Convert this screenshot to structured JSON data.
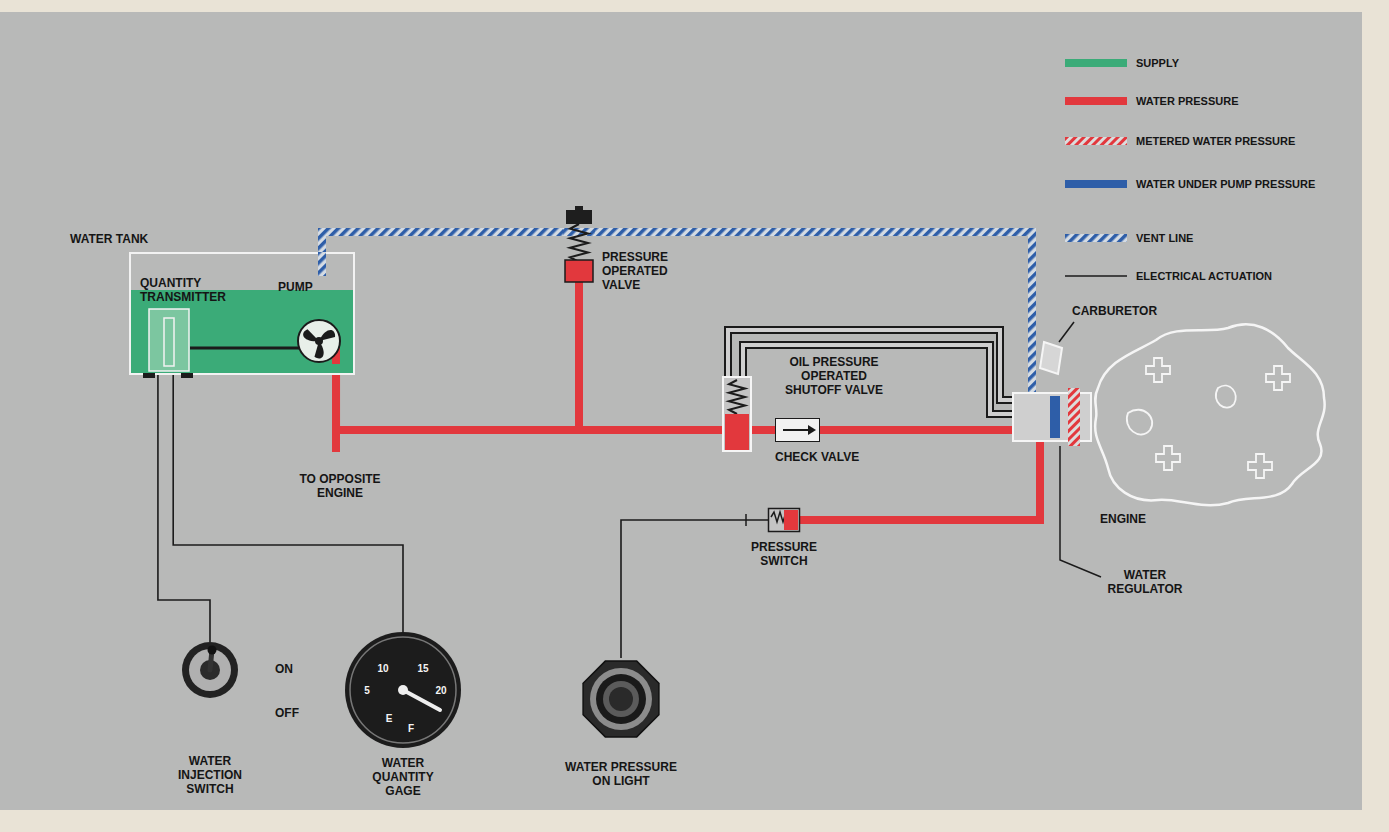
{
  "diagram": {
    "nodes": [
      {
        "text": [
          "WATER TANK"
        ]
      },
      {
        "text": [
          "QUANTITY TRANSMITTER"
        ],
        "in": 0
      },
      {
        "text": [
          "PUMP"
        ],
        "in": 0
      },
      {
        "text": [
          "PRESSURE OPERATED VALVE"
        ]
      },
      {
        "text": [
          "CARBURETOR"
        ]
      },
      {
        "text": [
          "OIL PRESSURE OPERATED SHUTOFF VALVE"
        ]
      },
      {
        "text": [
          "CHECK VALVE"
        ]
      },
      {
        "text": [
          "ENGINE"
        ]
      },
      {
        "text": [
          "WATER REGULATOR"
        ]
      },
      {
        "text": [
          "PRESSURE SWITCH"
        ]
      },
      {
        "text": [
          "ON",
          "OFF",
          "WATER INJECTION SWITCH"
        ]
      },
      {
        "text": [
          "10",
          "15",
          "5",
          "20",
          "E",
          "F",
          "WATER QUANTITY GAGE"
        ]
      },
      {
        "text": [
          "WATER PRESSURE ON LIGHT"
        ]
      }
    ],
    "edges": [
      {
        "from": 2,
        "to": 3,
        "arrow": "none"
      },
      {
        "from": 2,
        "to": 5,
        "arrow": "none"
      },
      {
        "from": 5,
        "to": 6,
        "arrow": "none"
      },
      {
        "from": 6,
        "to": 8,
        "arrow": "none"
      },
      {
        "from": 8,
        "to": 9,
        "arrow": "none"
      },
      {
        "from": 5,
        "to": 8,
        "arrow": "none"
      },
      {
        "from": 5,
        "to": 8,
        "arrow": "none"
      },
      {
        "from": 0,
        "to": 3,
        "arrow": "none"
      },
      {
        "from": 3,
        "to": 8,
        "arrow": "none"
      },
      {
        "from": 10,
        "to": 0,
        "arrow": "none"
      },
      {
        "from": 11,
        "to": 1,
        "arrow": "none"
      },
      {
        "from": 9,
        "to": 12,
        "arrow": "none"
      }
    ],
    "labels": [
      "TO OPPOSITE ENGINE"
    ],
    "legend": [
      {
        "text": "SUPPLY",
        "color": "#3bab78"
      },
      {
        "text": "WATER PRESSURE",
        "color": "#e2383d"
      },
      {
        "text": "METERED WATER PRESSURE"
      },
      {
        "text": "WATER UNDER PUMP PRESSURE",
        "color": "#2e5ea8"
      },
      {
        "text": "VENT LINE"
      },
      {
        "text": "ELECTRICAL ACTUATION"
      }
    ]
  }
}
